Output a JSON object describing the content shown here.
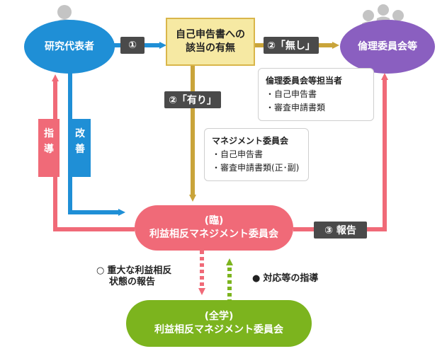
{
  "nodes": {
    "researcher": "研究代表者",
    "self_report": [
      "自己申告書への",
      "該当の有無"
    ],
    "ethics": "倫理委員会等",
    "local_committee": [
      "(臨)",
      "利益相反マネジメント委員会"
    ],
    "univ_committee": [
      "(全学)",
      "利益相反マネジメント委員会"
    ]
  },
  "steps": {
    "step1": "①",
    "step2_no": "②「無し」",
    "step2_yes": "②「有り」",
    "step3": "③ 報告",
    "guidance": [
      "指",
      "導"
    ],
    "improvement": [
      "改",
      "善"
    ]
  },
  "callouts": {
    "ethics_staff": {
      "title": "倫理委員会等担当者",
      "items": [
        "・自己申告書",
        "・審査申請書類"
      ]
    },
    "mgmt_committee": {
      "title": "マネジメント委員会",
      "items": [
        "・自己申告書",
        "・審査申請書類(正･副)"
      ]
    }
  },
  "legend": {
    "circle_open": "○",
    "report_lines": [
      "重大な利益相反",
      "状態の報告"
    ],
    "circle_filled": "●",
    "guidance_text": "対応等の指導"
  },
  "colors": {
    "blue": "#1f8fd6",
    "yellow_fill": "#f6e9a3",
    "yellow_border": "#d9b64a",
    "olive": "#c9a43a",
    "purple": "#8a5fc0",
    "pink": "#f06a78",
    "green": "#7cb41e",
    "dark": "#4a4a4a"
  }
}
